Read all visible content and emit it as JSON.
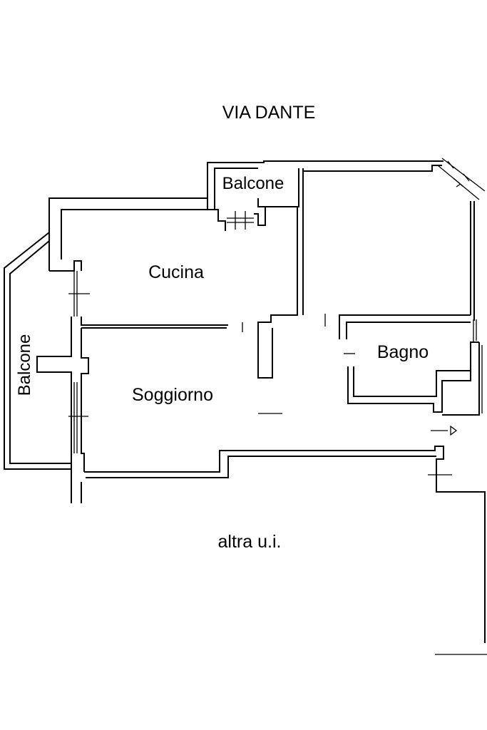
{
  "plan": {
    "street_label": "VIA  DANTE",
    "rooms": {
      "balcone_top": "Balcone",
      "balcone_left": "Balcone",
      "cucina": "Cucina",
      "soggiorno": "Soggiorno",
      "bagno": "Bagno"
    },
    "neighbor_label": "altra u.i."
  },
  "colors": {
    "line": "#000000",
    "background": "#ffffff"
  }
}
